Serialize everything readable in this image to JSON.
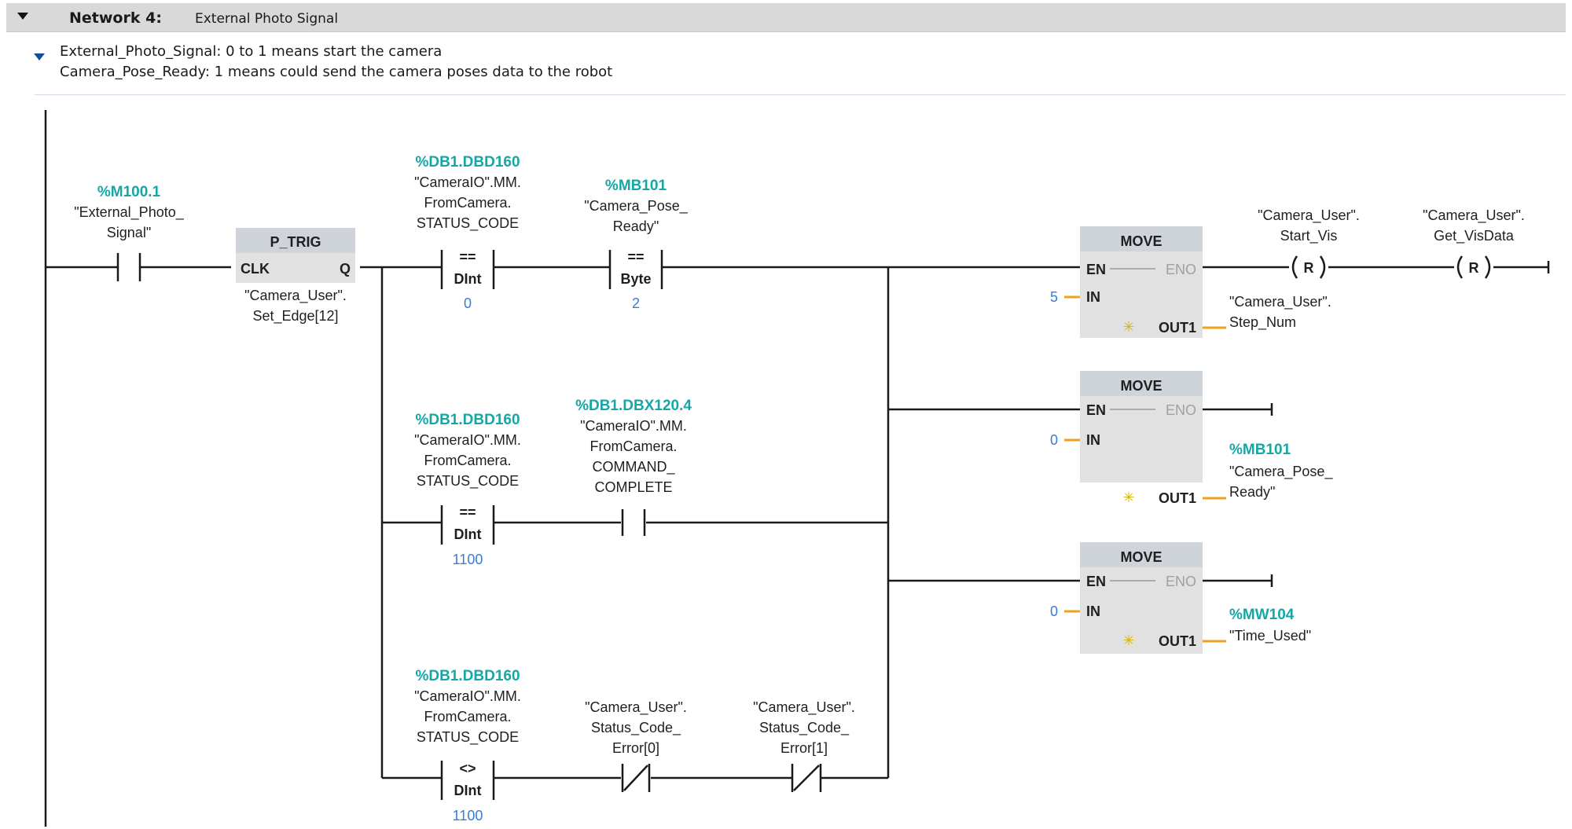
{
  "network": {
    "title": "Network 4:",
    "subtitle": "External Photo Signal"
  },
  "comment": {
    "line1": "External_Photo_Signal: 0 to 1 means start the camera",
    "line2": "Camera_Pose_Ready: 1 means could send the camera poses data to the robot"
  },
  "contact_m100": {
    "address": "%M100.1",
    "name_line1": "\"External_Photo_",
    "name_line2": "Signal\""
  },
  "p_trig": {
    "title": "P_TRIG",
    "clk": "CLK",
    "q": "Q",
    "operand_line1": "\"Camera_User\".",
    "operand_line2": "Set_Edge[12]"
  },
  "cmp1": {
    "address": "%DB1.DBD160",
    "op_line1": "\"CameraIO\".MM.",
    "op_line2": "FromCamera.",
    "op_line3": "STATUS_CODE",
    "operator": "==",
    "type": "DInt",
    "value": "0"
  },
  "cmp2": {
    "address": "%MB101",
    "op_line1": "\"Camera_Pose_",
    "op_line2": "Ready\"",
    "operator": "==",
    "type": "Byte",
    "value": "2"
  },
  "cmp3": {
    "address": "%DB1.DBD160",
    "op_line1": "\"CameraIO\".MM.",
    "op_line2": "FromCamera.",
    "op_line3": "STATUS_CODE",
    "operator": "==",
    "type": "DInt",
    "value": "1100"
  },
  "contact_dbx": {
    "address": "%DB1.DBX120.4",
    "line1": "\"CameraIO\".MM.",
    "line2": "FromCamera.",
    "line3": "COMMAND_",
    "line4": "COMPLETE"
  },
  "cmp4": {
    "address": "%DB1.DBD160",
    "op_line1": "\"CameraIO\".MM.",
    "op_line2": "FromCamera.",
    "op_line3": "STATUS_CODE",
    "operator": "<>",
    "type": "DInt",
    "value": "1100"
  },
  "nc1": {
    "line1": "\"Camera_User\".",
    "line2": "Status_Code_",
    "line3": "Error[0]"
  },
  "nc2": {
    "line1": "\"Camera_User\".",
    "line2": "Status_Code_",
    "line3": "Error[1]"
  },
  "move1": {
    "title": "MOVE",
    "en": "EN",
    "eno": "ENO",
    "in": "IN",
    "out": "OUT1",
    "in_value": "5",
    "out_line1": "\"Camera_User\".",
    "out_line2": "Step_Num"
  },
  "move2": {
    "title": "MOVE",
    "en": "EN",
    "eno": "ENO",
    "in": "IN",
    "out": "OUT1",
    "in_value": "0",
    "out_address": "%MB101",
    "out_line1": "\"Camera_Pose_",
    "out_line2": "Ready\""
  },
  "move3": {
    "title": "MOVE",
    "en": "EN",
    "eno": "ENO",
    "in": "IN",
    "out": "OUT1",
    "in_value": "0",
    "out_address": "%MW104",
    "out_line1": "\"Time_Used\""
  },
  "coil1": {
    "symbol": "R",
    "line1": "\"Camera_User\".",
    "line2": "Start_Vis"
  },
  "coil2": {
    "symbol": "R",
    "line1": "\"Camera_User\".",
    "line2": "Get_VisData"
  },
  "colors": {
    "address": "#17a6a6",
    "constant": "#3a7bd5",
    "connector": "#f0a01e"
  }
}
